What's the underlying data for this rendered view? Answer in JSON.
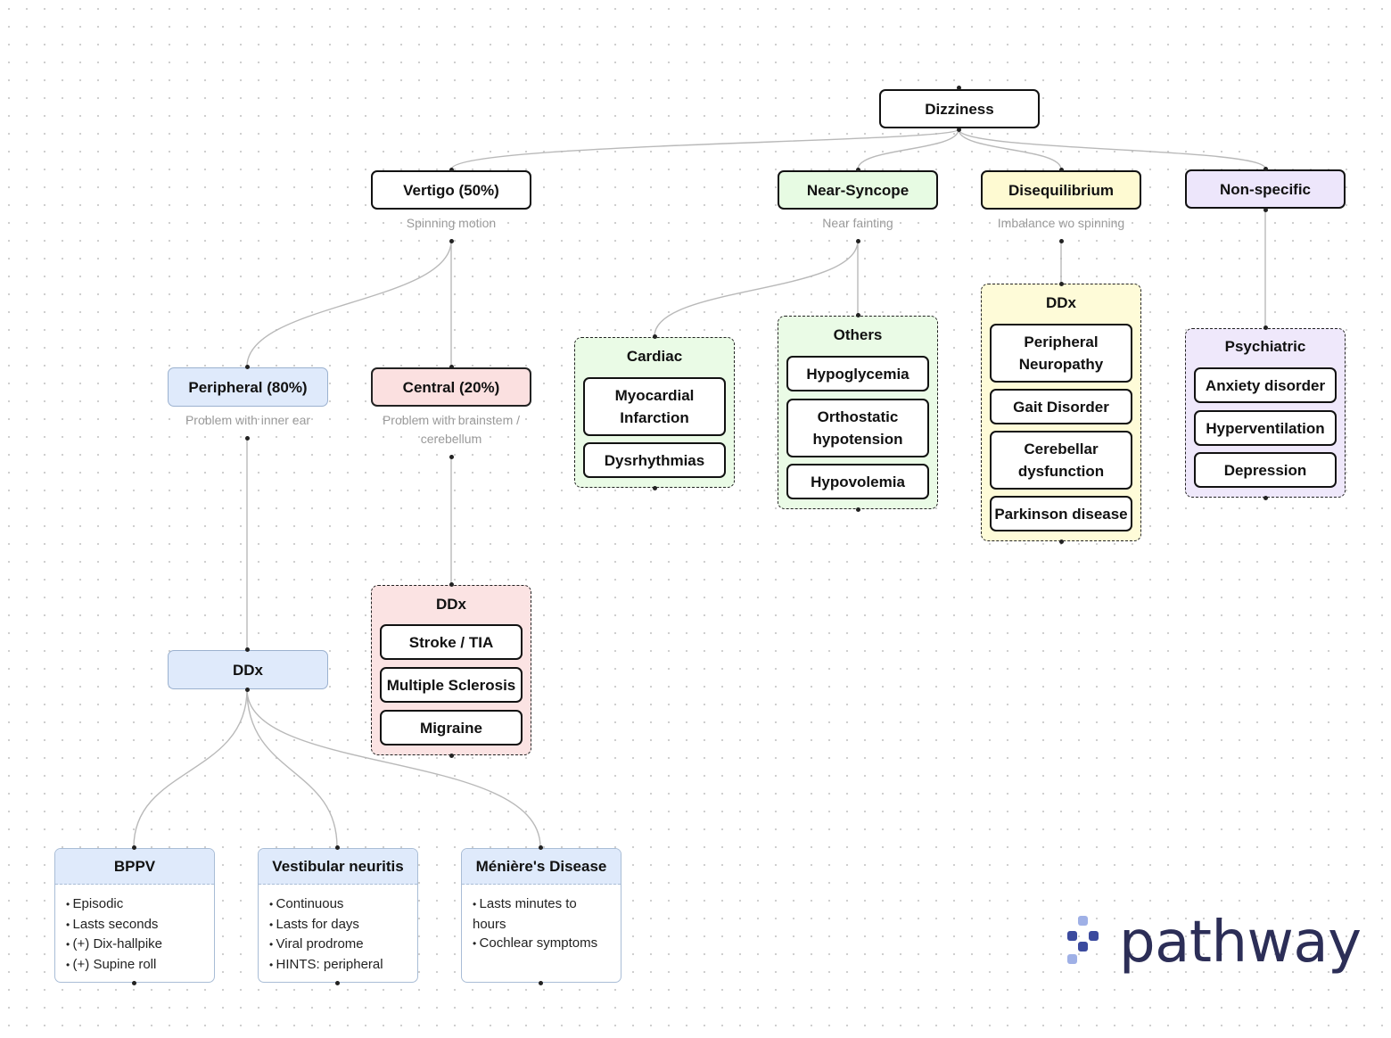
{
  "root": {
    "label": "Dizziness"
  },
  "branches": {
    "vertigo": {
      "label": "Vertigo (50%)",
      "subtitle": "Spinning motion"
    },
    "near_syncope": {
      "label": "Near-Syncope",
      "subtitle": "Near fainting"
    },
    "disequilibrium": {
      "label": "Disequilibrium",
      "subtitle": "Imbalance wo spinning"
    },
    "non_specific": {
      "label": "Non-specific"
    }
  },
  "vertigo_types": {
    "peripheral": {
      "label": "Peripheral (80%)",
      "subtitle": "Problem with inner ear"
    },
    "central": {
      "label": "Central (20%)",
      "subtitle": "Problem with brainstem / cerebellum"
    }
  },
  "peripheral_ddx": {
    "label": "DDx"
  },
  "central_ddx": {
    "title": "DDx",
    "items": [
      "Stroke / TIA",
      "Multiple Sclerosis",
      "Migraine"
    ]
  },
  "near_syncope_groups": {
    "cardiac": {
      "title": "Cardiac",
      "items": [
        "Myocardial Infarction",
        "Dysrhythmias"
      ]
    },
    "others": {
      "title": "Others",
      "items": [
        "Hypoglycemia",
        "Orthostatic hypotension",
        "Hypovolemia"
      ]
    }
  },
  "disequilibrium_ddx": {
    "title": "DDx",
    "items": [
      "Peripheral Neuropathy",
      "Gait Disorder",
      "Cerebellar dysfunction",
      "Parkinson disease"
    ]
  },
  "non_specific_group": {
    "title": "Psychiatric",
    "items": [
      "Anxiety disorder",
      "Hyperventilation",
      "Depression"
    ]
  },
  "peripheral_cards": [
    {
      "title": "BPPV",
      "bullets": [
        "Episodic",
        "Lasts seconds",
        "(+) Dix-hallpike",
        "(+) Supine roll"
      ]
    },
    {
      "title": "Vestibular neuritis",
      "bullets": [
        "Continuous",
        "Lasts for days",
        "Viral prodrome",
        "HINTS: peripheral"
      ]
    },
    {
      "title": "Ménière's Disease",
      "bullets": [
        "Lasts minutes to hours",
        "Cochlear symptoms"
      ]
    }
  ],
  "logo": {
    "text": "pathway",
    "colors": {
      "primary": "#3b4a9e",
      "light": "#9fb0e6",
      "word": "#2c2e57"
    }
  },
  "colors": {
    "green": "#e7fbe3",
    "yellow": "#fefad2",
    "purple": "#ede6fb",
    "blue": "#dfeafb",
    "pink": "#fbe0e0",
    "edge": "#b9b9b9"
  }
}
